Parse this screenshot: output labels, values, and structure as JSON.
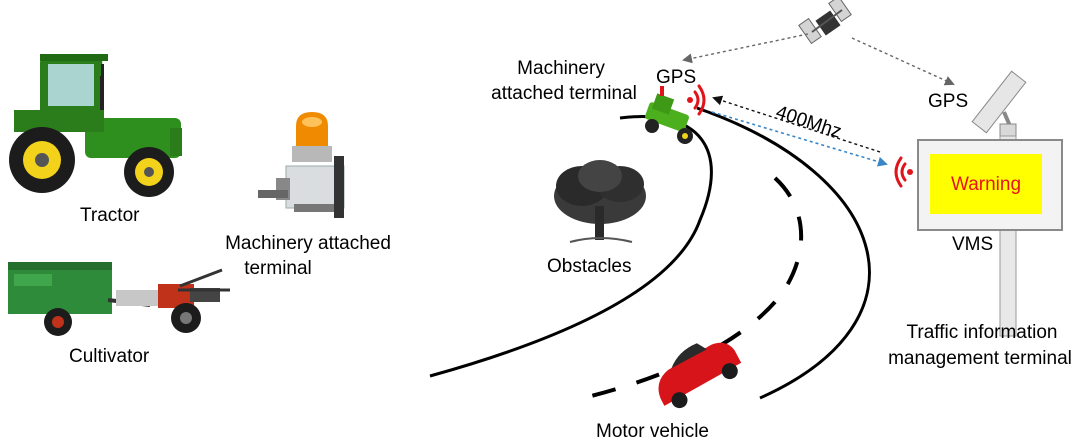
{
  "labels": {
    "tractor": "Tractor",
    "cultivator": "Cultivator",
    "terminal_left_l1": "Machinery attached",
    "terminal_left_l2": "terminal",
    "terminal_right_l1": "Machinery",
    "terminal_right_l2": "attached terminal",
    "gps_left": "GPS",
    "gps_right": "GPS",
    "frequency": "400Mhz",
    "warning": "Warning",
    "vms": "VMS",
    "obstacles": "Obstacles",
    "tim_l1": "Traffic information",
    "tim_l2": "management terminal",
    "motor_vehicle": "Motor vehicle"
  },
  "icons": {
    "tractor": "tractor-icon",
    "cultivator": "cultivator-icon",
    "terminal": "machinery-terminal-device-icon",
    "satellite": "satellite-icon",
    "gps_antenna": "gps-antenna-icon",
    "tree": "tree-icon",
    "car": "car-icon",
    "signal": "wireless-signal-icon"
  },
  "colors": {
    "tractor_green": "#2f8f1e",
    "tractor_yellow": "#f2d21a",
    "cultivator_green": "#2e8b3a",
    "cultivator_red": "#c0321a",
    "warning_text": "#e8141b",
    "warning_bg": "#ffff00",
    "signal_red": "#e0141b",
    "beacon_orange": "#f08a00",
    "car_red": "#d8141b",
    "link_blue": "#3a87c8",
    "road_black": "#000000"
  }
}
